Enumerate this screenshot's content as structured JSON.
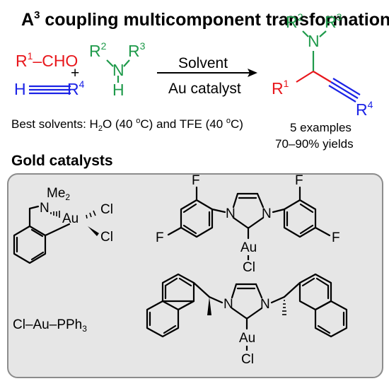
{
  "header": {
    "title_main": "A",
    "title_sup": "3",
    "title_rest": " coupling multicomponent transformation"
  },
  "reaction": {
    "r1": "R",
    "r1_sup": "1",
    "cho": "–CHO",
    "plus": "+",
    "alkyne_h": "H",
    "alkyne_r": "R",
    "alkyne_r_sup": "4",
    "amine_r2": "R",
    "amine_r2_sup": "2",
    "amine_n": "N",
    "amine_r3": "R",
    "amine_r3_sup": "3",
    "amine_h": "H",
    "arrow_top": "Solvent",
    "arrow_bottom": "Au catalyst",
    "prod_r2": "R",
    "prod_r2_sup": "2",
    "prod_n": "N",
    "prod_r3": "R",
    "prod_r3_sup": "3",
    "prod_r1": "R",
    "prod_r1_sup": "1",
    "prod_r4": "R",
    "prod_r4_sup": "4",
    "best_solvents_a": "Best solvents: H",
    "best_solvents_sub": "2",
    "best_solvents_b": "O (40 ",
    "best_solvents_deg1": "o",
    "best_solvents_c": "C) and TFE (40 ",
    "best_solvents_deg2": "o",
    "best_solvents_d": "C)",
    "examples": "5 examples",
    "yields": "70–90% yields"
  },
  "catalysts": {
    "heading": "Gold catalysts",
    "c1_me": "Me",
    "c1_me_sub": "2",
    "c1_n": "N",
    "c1_au": "Au",
    "c1_cl1": "Cl",
    "c1_cl2": "Cl",
    "c2_f1": "F",
    "c2_f2": "F",
    "c2_f3": "F",
    "c2_f4": "F",
    "c2_n1": "N",
    "c2_n2": "N",
    "c2_au": "Au",
    "c2_cl": "Cl",
    "c3_text": "Cl–Au–PPh",
    "c3_sub": "3",
    "c4_n1": "N",
    "c4_n2": "N",
    "c4_au": "Au",
    "c4_cl": "Cl"
  },
  "colors": {
    "red": "#e8171c",
    "green": "#1f9a4b",
    "blue": "#1b23e6",
    "panel_bg": "#e6e6e6",
    "panel_border": "#8c8c8c"
  }
}
